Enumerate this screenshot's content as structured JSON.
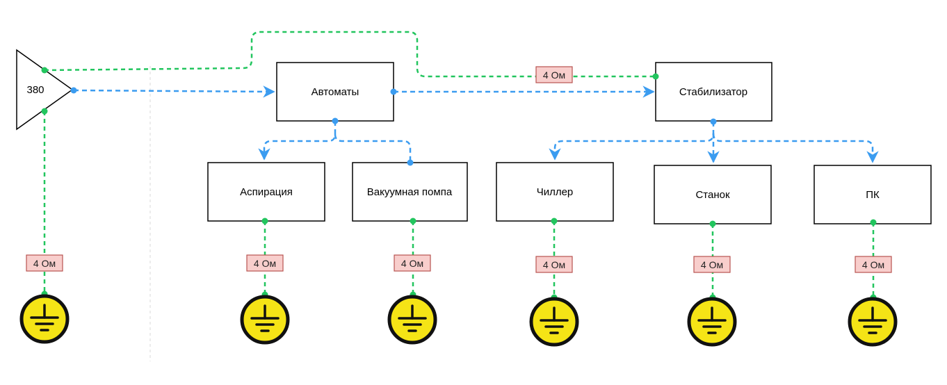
{
  "colors": {
    "ground_wire": "#22c55e",
    "power_wire": "#3b9cf0",
    "box_stroke": "#000000",
    "resistor_fill": "#f8cecc",
    "resistor_stroke": "#b85450",
    "ground_fill": "#f5e416",
    "ground_stroke": "#111111"
  },
  "source": {
    "label": "380"
  },
  "devices": {
    "automats": {
      "label": "Автоматы"
    },
    "stabilizer": {
      "label": "Стабилизатор"
    },
    "aspiration": {
      "label": "Аспирация"
    },
    "vacuum_pump": {
      "label": "Вакуумная помпа"
    },
    "chiller": {
      "label": "Чиллер"
    },
    "machine": {
      "label": "Станок"
    },
    "pc": {
      "label": "ПК"
    }
  },
  "resistances": {
    "main_line": "4 Ом",
    "source_ground": "4 Ом",
    "aspiration_ground": "4 Ом",
    "vacuum_pump_ground": "4 Ом",
    "chiller_ground": "4 Ом",
    "machine_ground": "4 Ом",
    "pc_ground": "4 Ом"
  },
  "ground_symbol": {
    "icon": "earth-ground-icon"
  }
}
